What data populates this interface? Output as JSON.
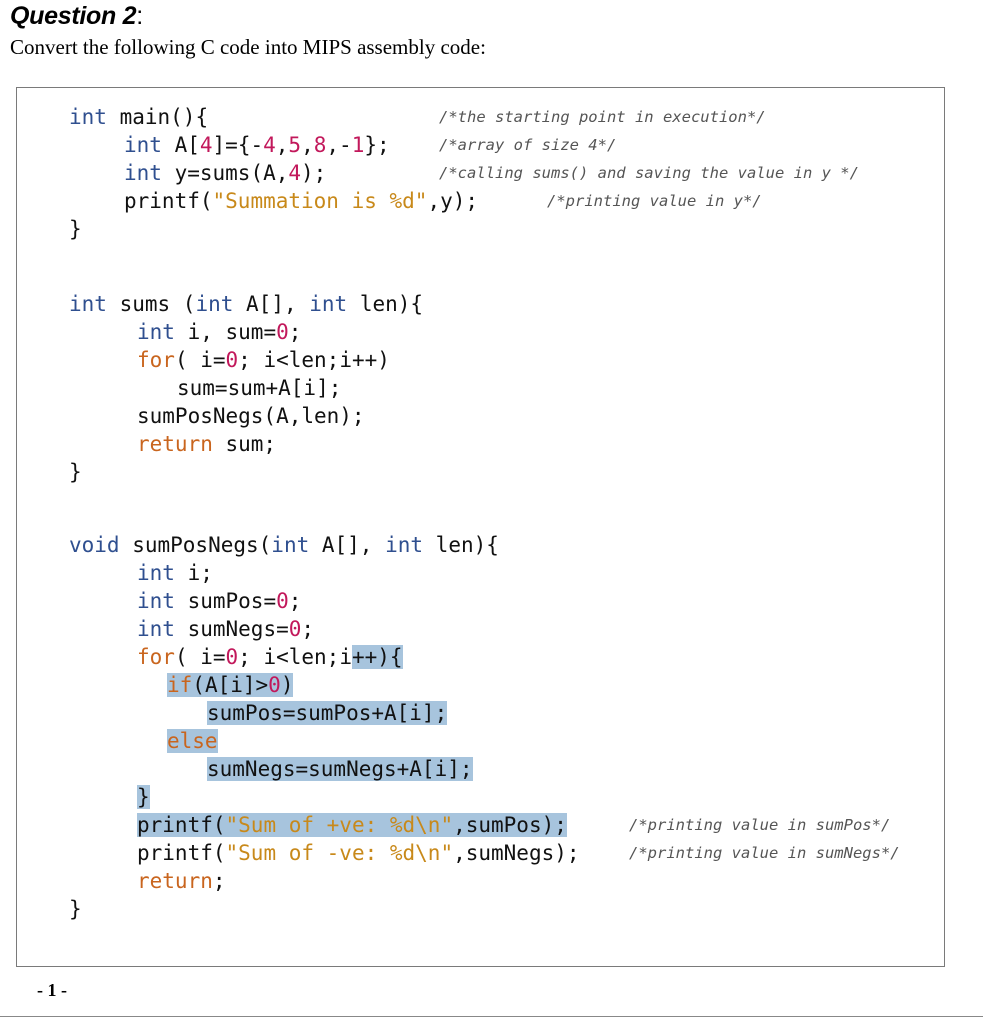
{
  "question": {
    "title": "Question 2",
    "colon": ":"
  },
  "instruction": "Convert the following C code into MIPS assembly code:",
  "page_number": "- 1 -",
  "code": {
    "main_open": "int main(){",
    "main_arr": "int A[4]={-4,5,8,-1};",
    "main_call": "int y=sums(A,4);",
    "main_print": "printf(\"Summation is %d\",y);",
    "close": "}",
    "c_main": "/*the starting point in execution*/",
    "c_arr": "/*array of size 4*/",
    "c_call": "/*calling sums() and saving the value in y */",
    "c_print": "/*printing value in y*/",
    "sums_open": "int sums (int A[], int len){",
    "sums_decl": "int i, sum=0;",
    "sums_for": "for( i=0; i<len;i++)",
    "sums_body": "sum=sum+A[i];",
    "sums_call": "sumPosNegs(A,len);",
    "sums_ret": "return sum;",
    "spn_open": "void sumPosNegs(int A[], int len){",
    "spn_i": "int i;",
    "spn_pos": "int sumPos=0;",
    "spn_negs": "int sumNegs=0;",
    "spn_for": "for( i=0; i<len;i++){",
    "spn_if": "if(A[i]>0)",
    "spn_posadd": "sumPos=sumPos+A[i];",
    "spn_else": "else",
    "spn_negadd": "sumNegs=sumNegs+A[i];",
    "spn_close_for": "}",
    "spn_pr1": "printf(\"Sum of +ve: %d\\n\",sumPos);",
    "spn_pr2": "printf(\"Sum of -ve: %d\\n\",sumNegs);",
    "c_pr1": "/*printing value in sumPos*/",
    "c_pr2": "/*printing value in sumNegs*/",
    "spn_ret": "return;"
  }
}
